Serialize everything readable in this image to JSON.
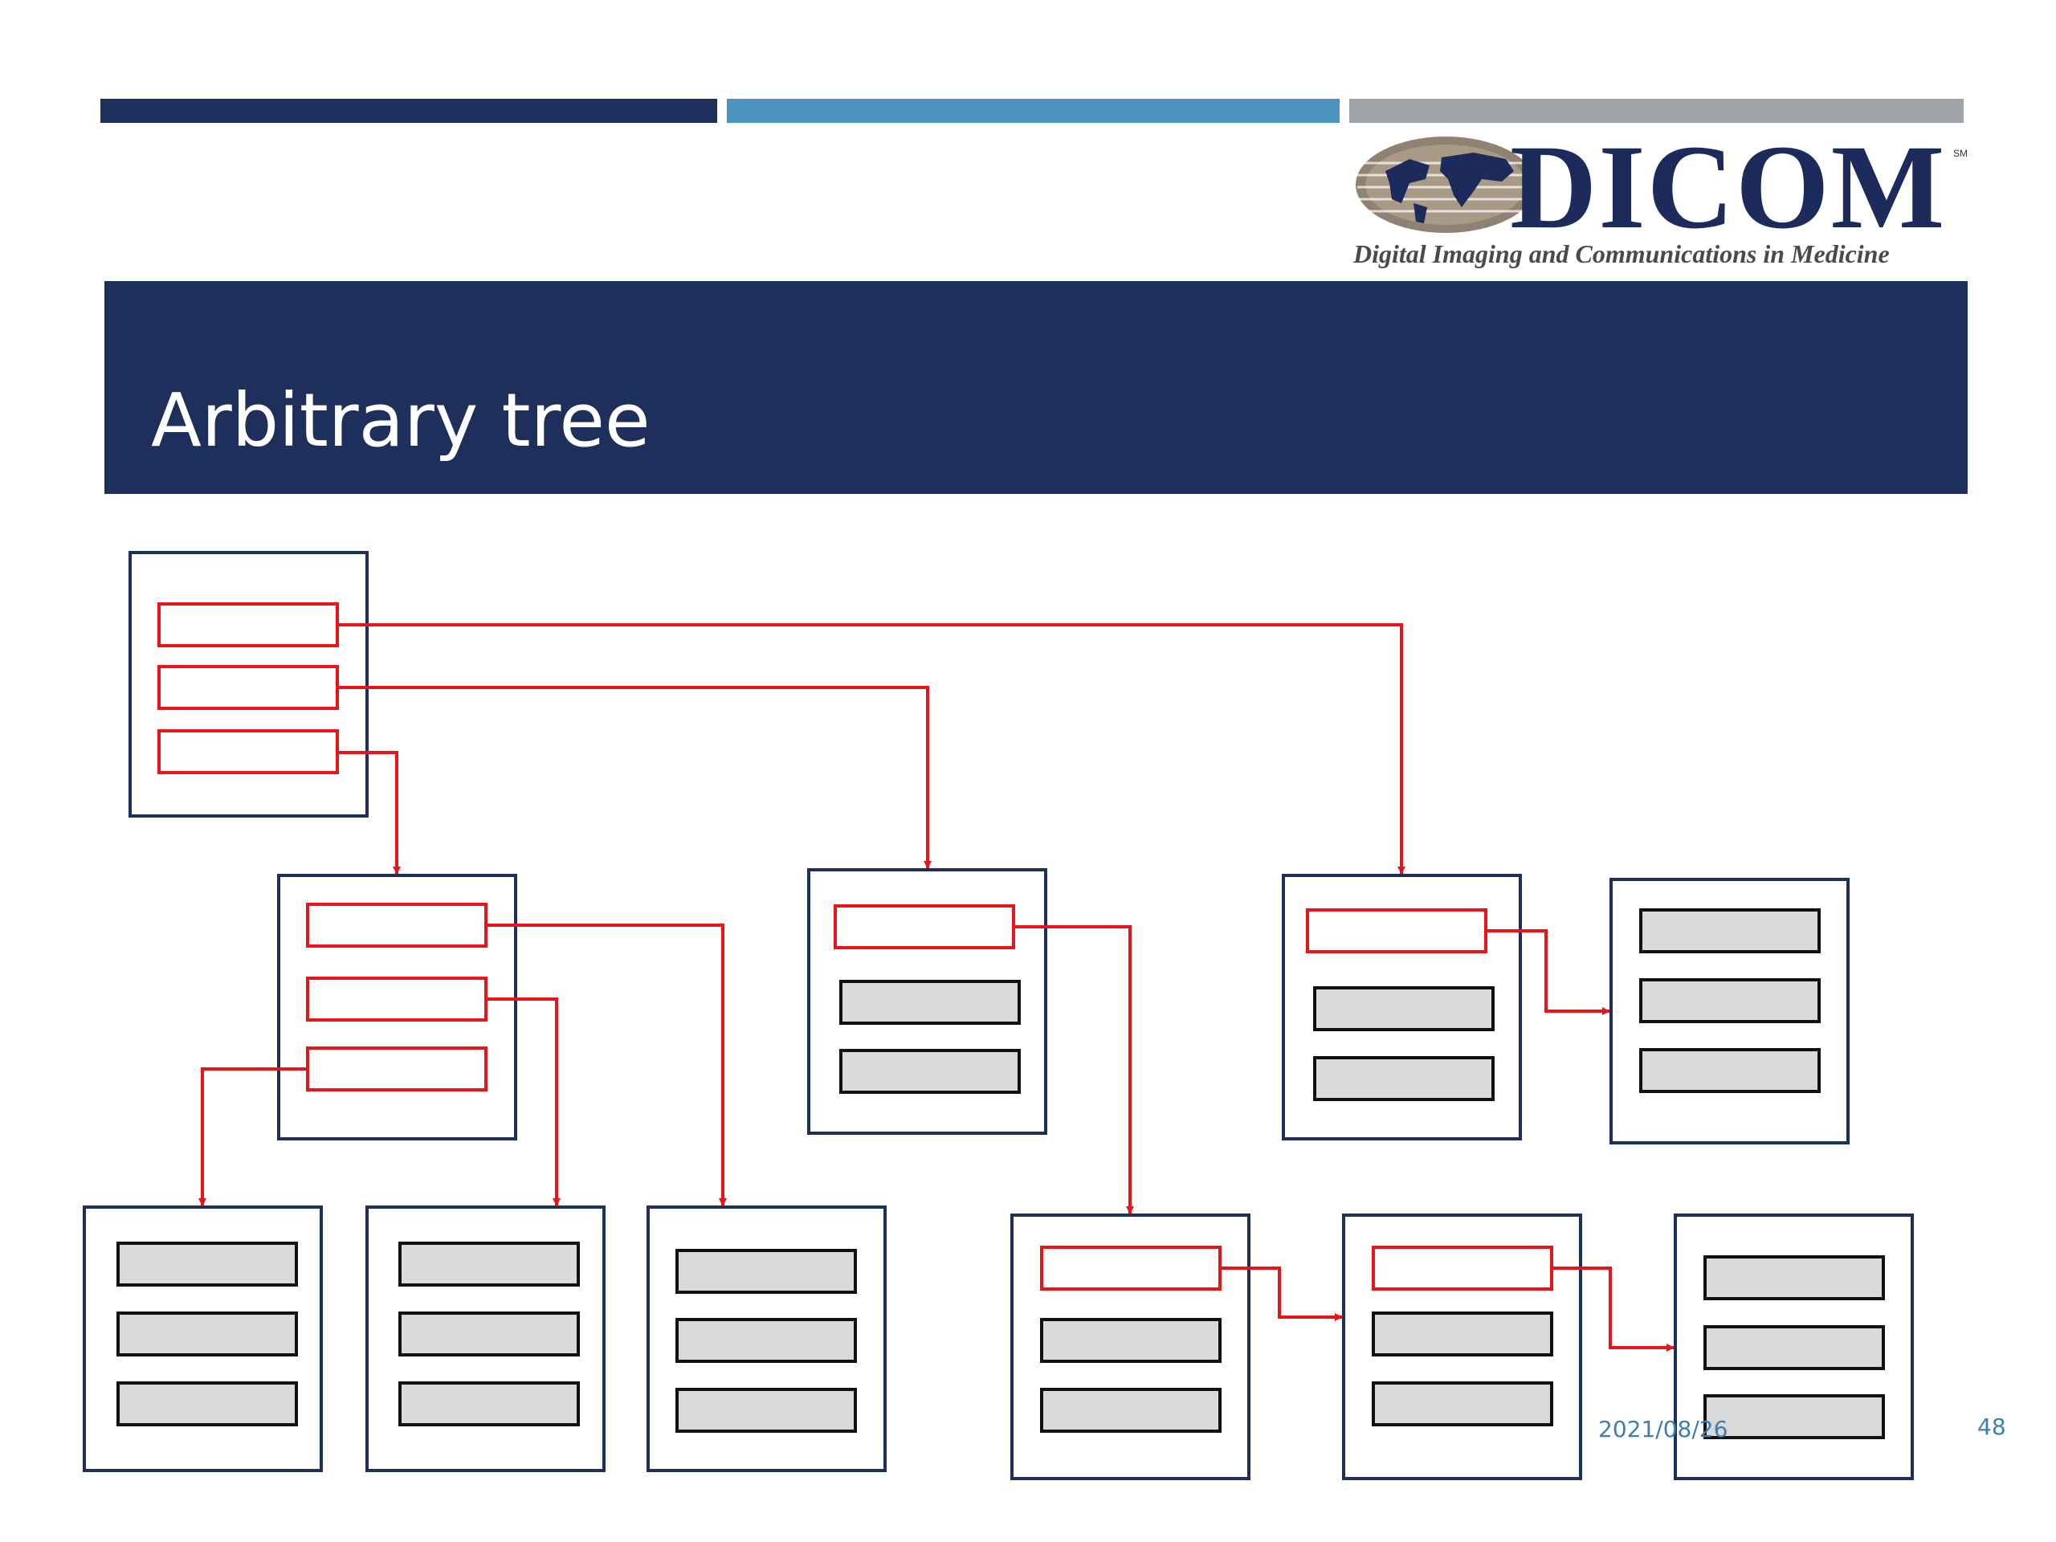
{
  "header": {
    "bar_colors": [
      "#1e2f5c",
      "#4b93c0",
      "#9ea3a8"
    ]
  },
  "logo": {
    "wordmark": "DICOM",
    "mark": "SM",
    "tagline": "Digital Imaging and Communications in Medicine",
    "icon": "globe-icon"
  },
  "title": {
    "text": "Arbitrary tree",
    "banner_color": "#1e2f5c"
  },
  "diagram": {
    "container_border_color": "#1e2f5c",
    "pointer_item_color": "#e8141a",
    "leaf_item_fill": "#d9d9d9",
    "arrow_color": "#e8141a"
  },
  "footer": {
    "date": "2021/08/26",
    "page_number": "48"
  }
}
